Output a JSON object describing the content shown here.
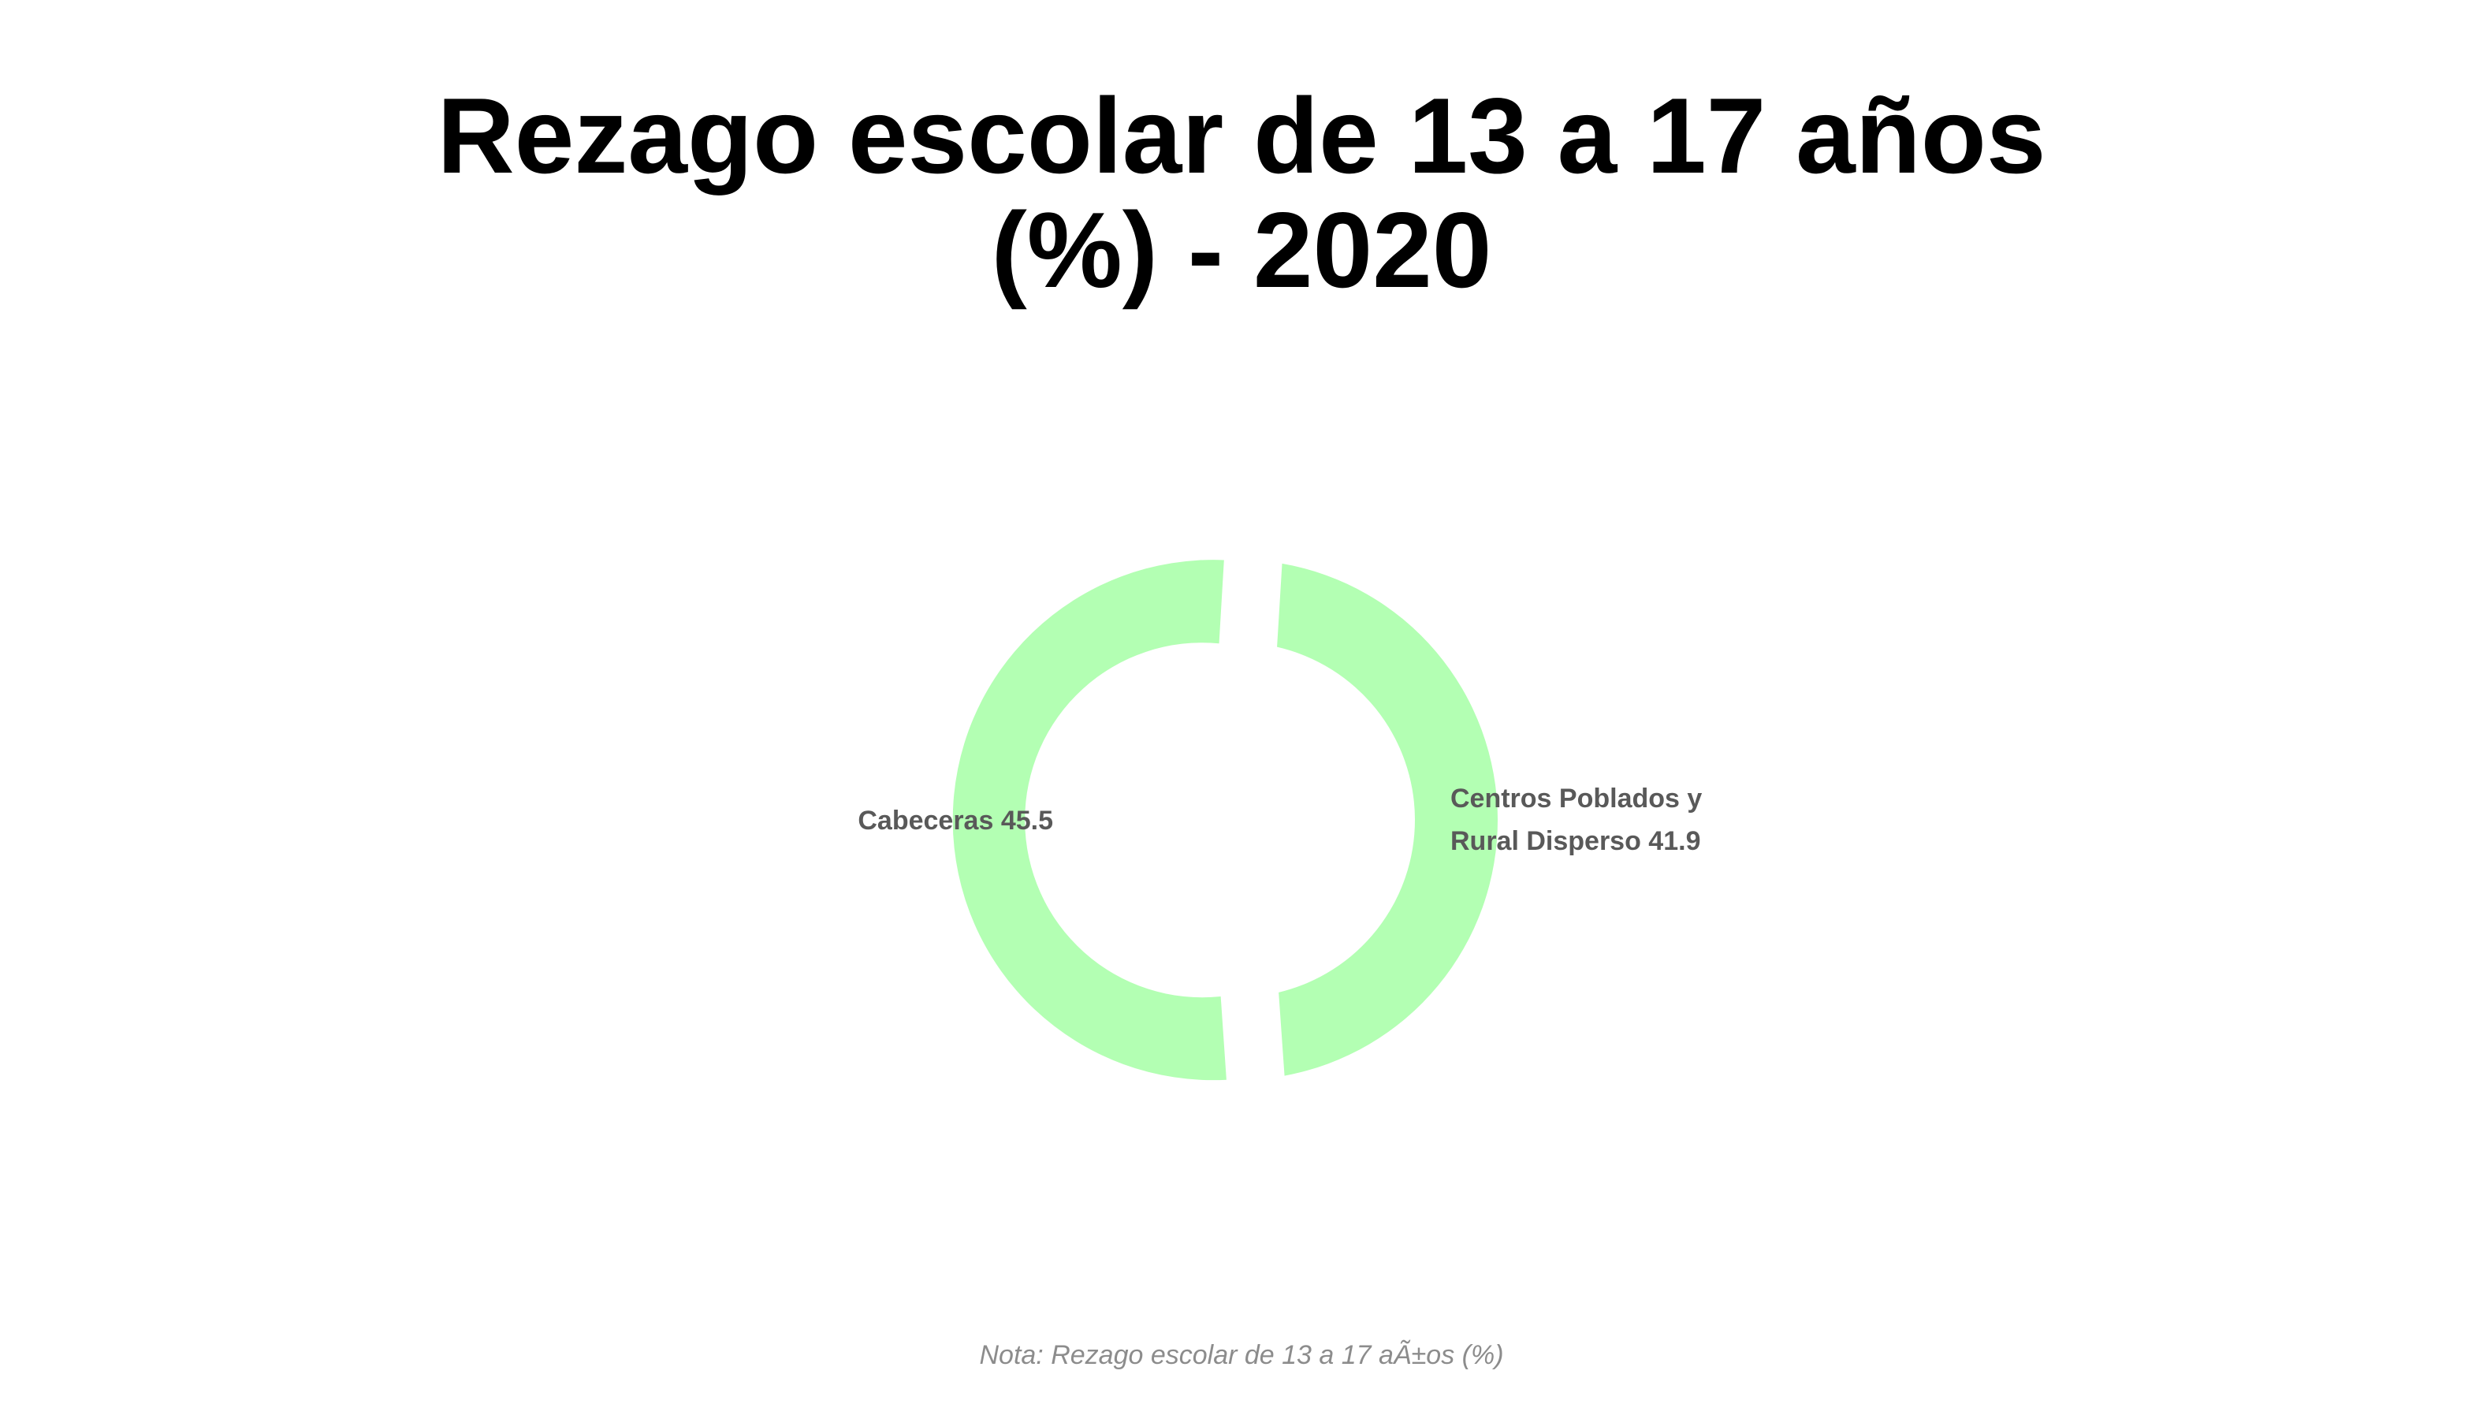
{
  "chart_data": {
    "type": "pie",
    "variant": "donut",
    "title_lines": [
      "Rezago escolar de 13 a 17 años",
      "(%) - 2020"
    ],
    "categories": [
      "Cabeceras",
      "Centros Poblados y Rural Disperso"
    ],
    "values": [
      45.5,
      41.9
    ],
    "labels": [
      "Cabeceras 45.5",
      "Centros Poblados y\nRural Disperso 41.9"
    ],
    "slice_color": "#b3ffb3",
    "note": "Nota: Rezago escolar de 13 a 17 aÃ±os (%)",
    "legend": "none"
  },
  "colors": {
    "title": "#000000",
    "label": "#595959",
    "note": "#8c8c8c",
    "background": "#ffffff"
  }
}
